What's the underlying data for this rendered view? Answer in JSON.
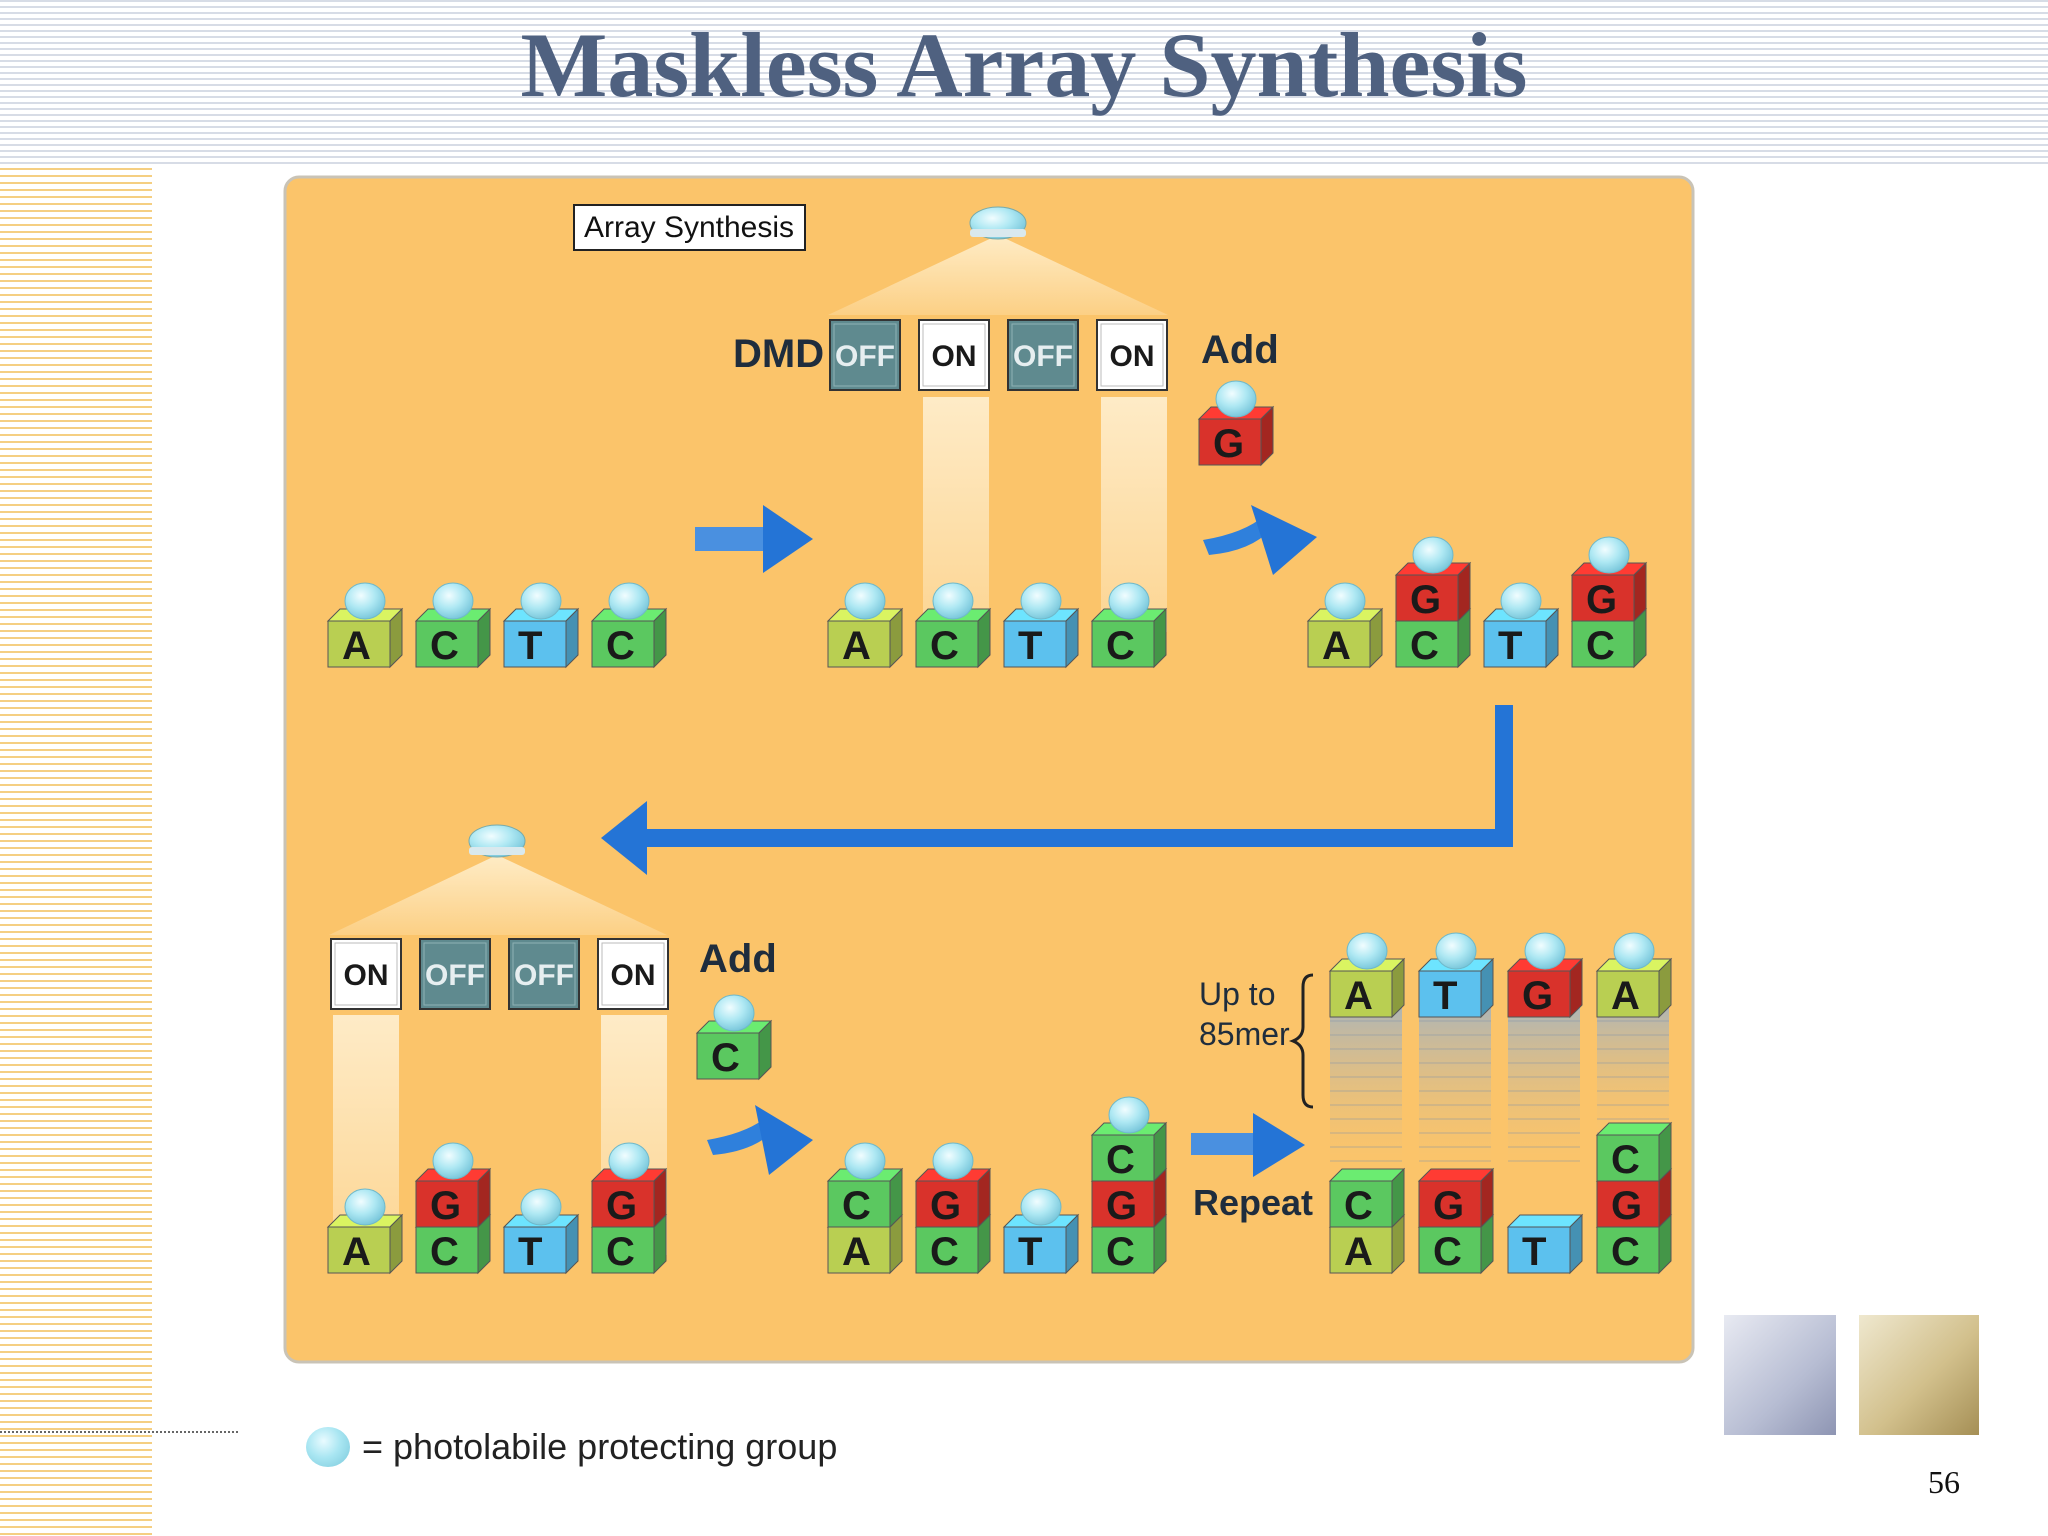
{
  "slide": {
    "title": "Maskless Array Synthesis",
    "page_number": "56"
  },
  "diagram": {
    "box_label": "Array Synthesis",
    "dmd_label": "DMD",
    "add_label": "Add",
    "on_label": "ON",
    "off_label": "OFF",
    "repeat_label": "Repeat",
    "up_to_label_1": "Up to",
    "up_to_label_2": "85mer",
    "legend": "= photolabile protecting group",
    "colors": {
      "background": "#fbc46a",
      "A": "#b9cf52",
      "C": "#5bc860",
      "T": "#5cc1ee",
      "G": "#d9322b",
      "arrow": "#2474d6",
      "dmd_off": "#5f8a8f",
      "bead": "#a9e6f2"
    },
    "steps": {
      "initial": [
        "A",
        "C",
        "T",
        "C"
      ],
      "step1_dmd": [
        "OFF",
        "ON",
        "OFF",
        "ON"
      ],
      "step1_add": "G",
      "step1_result": [
        [
          "A"
        ],
        [
          "C",
          "G"
        ],
        [
          "T"
        ],
        [
          "C",
          "G"
        ]
      ],
      "step2_dmd": [
        "ON",
        "OFF",
        "OFF",
        "ON"
      ],
      "step2_add": "C",
      "step2_result": [
        [
          "A",
          "C"
        ],
        [
          "C",
          "G"
        ],
        [
          "T"
        ],
        [
          "C",
          "G",
          "C"
        ]
      ],
      "final_tops": [
        "A",
        "T",
        "G",
        "A"
      ],
      "final_bottoms": [
        [
          "A",
          "C"
        ],
        [
          "C",
          "G"
        ],
        [
          "T"
        ],
        [
          "C",
          "G",
          "C"
        ]
      ]
    }
  }
}
